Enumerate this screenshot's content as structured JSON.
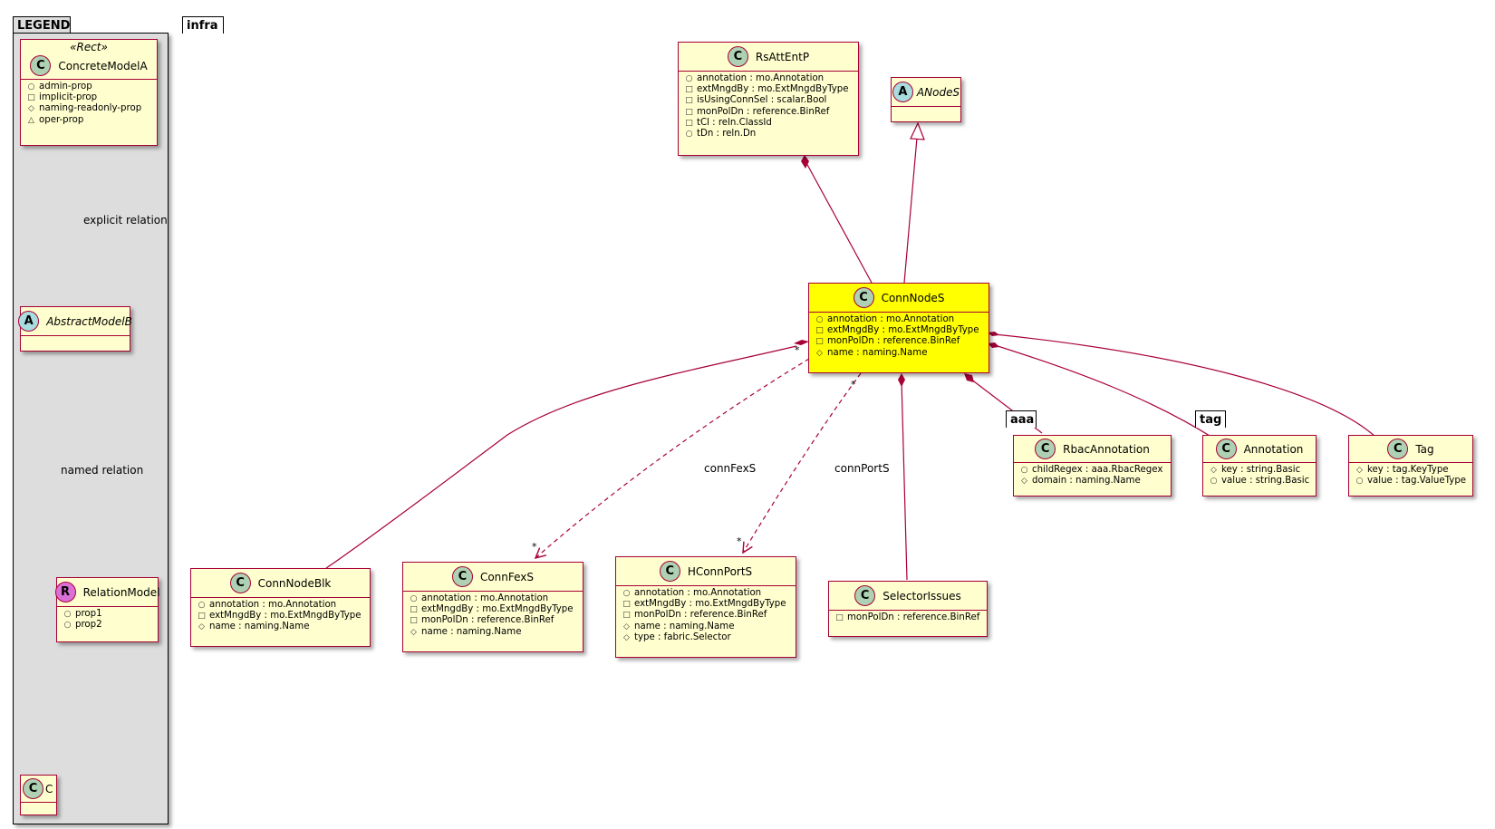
{
  "packages": {
    "legend": {
      "title": "LEGEND"
    },
    "infra": {
      "title": "infra"
    },
    "aaa": {
      "title": "aaa"
    },
    "tag": {
      "title": "tag"
    }
  },
  "legend": {
    "stereotype": "«Rect»",
    "concrete": {
      "name": "ConcreteModelA",
      "badge": "C",
      "attrs": [
        {
          "vis": "○",
          "text": "admin-prop"
        },
        {
          "vis": "□",
          "text": "implicit-prop"
        },
        {
          "vis": "◇",
          "text": "naming-readonly-prop"
        },
        {
          "vis": "△",
          "text": "oper-prop"
        }
      ]
    },
    "abstract": {
      "name": "AbstractModelB",
      "badge": "A"
    },
    "relation": {
      "name": "RelationModel",
      "badge": "R",
      "attrs": [
        {
          "vis": "○",
          "text": "prop1"
        },
        {
          "vis": "○",
          "text": "prop2"
        }
      ]
    },
    "c": {
      "name": "C",
      "badge": "C"
    },
    "explicit_label": "explicit relation",
    "named_label": "named relation"
  },
  "classes": {
    "rsattentp": {
      "name": "RsAttEntP",
      "badge": "C",
      "attrs": [
        {
          "vis": "○",
          "text": "annotation : mo.Annotation"
        },
        {
          "vis": "□",
          "text": "extMngdBy : mo.ExtMngdByType"
        },
        {
          "vis": "□",
          "text": "isUsingConnSel : scalar.Bool"
        },
        {
          "vis": "□",
          "text": "monPolDn : reference.BinRef"
        },
        {
          "vis": "□",
          "text": "tCl : reln.ClassId"
        },
        {
          "vis": "○",
          "text": "tDn : reln.Dn"
        }
      ]
    },
    "anodes": {
      "name": "ANodeS",
      "badge": "A"
    },
    "connnodes": {
      "name": "ConnNodeS",
      "badge": "C",
      "attrs": [
        {
          "vis": "○",
          "text": "annotation : mo.Annotation"
        },
        {
          "vis": "□",
          "text": "extMngdBy : mo.ExtMngdByType"
        },
        {
          "vis": "□",
          "text": "monPolDn : reference.BinRef"
        },
        {
          "vis": "◇",
          "text": "name : naming.Name"
        }
      ]
    },
    "connnodeblk": {
      "name": "ConnNodeBlk",
      "badge": "C",
      "attrs": [
        {
          "vis": "○",
          "text": "annotation : mo.Annotation"
        },
        {
          "vis": "□",
          "text": "extMngdBy : mo.ExtMngdByType"
        },
        {
          "vis": "◇",
          "text": "name : naming.Name"
        }
      ]
    },
    "connfexs": {
      "name": "ConnFexS",
      "badge": "C",
      "attrs": [
        {
          "vis": "○",
          "text": "annotation : mo.Annotation"
        },
        {
          "vis": "□",
          "text": "extMngdBy : mo.ExtMngdByType"
        },
        {
          "vis": "□",
          "text": "monPolDn : reference.BinRef"
        },
        {
          "vis": "◇",
          "text": "name : naming.Name"
        }
      ]
    },
    "hconnports": {
      "name": "HConnPortS",
      "badge": "C",
      "attrs": [
        {
          "vis": "○",
          "text": "annotation : mo.Annotation"
        },
        {
          "vis": "□",
          "text": "extMngdBy : mo.ExtMngdByType"
        },
        {
          "vis": "□",
          "text": "monPolDn : reference.BinRef"
        },
        {
          "vis": "◇",
          "text": "name : naming.Name"
        },
        {
          "vis": "◇",
          "text": "type : fabric.Selector"
        }
      ]
    },
    "selectorissues": {
      "name": "SelectorIssues",
      "badge": "C",
      "attrs": [
        {
          "vis": "□",
          "text": "monPolDn : reference.BinRef"
        }
      ]
    },
    "rbacannotation": {
      "name": "RbacAnnotation",
      "badge": "C",
      "attrs": [
        {
          "vis": "○",
          "text": "childRegex : aaa.RbacRegex"
        },
        {
          "vis": "◇",
          "text": "domain : naming.Name"
        }
      ]
    },
    "annotation": {
      "name": "Annotation",
      "badge": "C",
      "attrs": [
        {
          "vis": "◇",
          "text": "key : string.Basic"
        },
        {
          "vis": "○",
          "text": "value : string.Basic"
        }
      ]
    },
    "tag": {
      "name": "Tag",
      "badge": "C",
      "attrs": [
        {
          "vis": "◇",
          "text": "key : tag.KeyType"
        },
        {
          "vis": "○",
          "text": "value : tag.ValueType"
        }
      ]
    }
  },
  "relations": {
    "connfexs_label": "connFexS",
    "connports_label": "connPortS",
    "mult_star": "*"
  },
  "colors": {
    "class_fill": "#FEFECE",
    "border": "#A80036",
    "highlight": "#FFFF00",
    "legend_fill": "#DDDDDD"
  }
}
